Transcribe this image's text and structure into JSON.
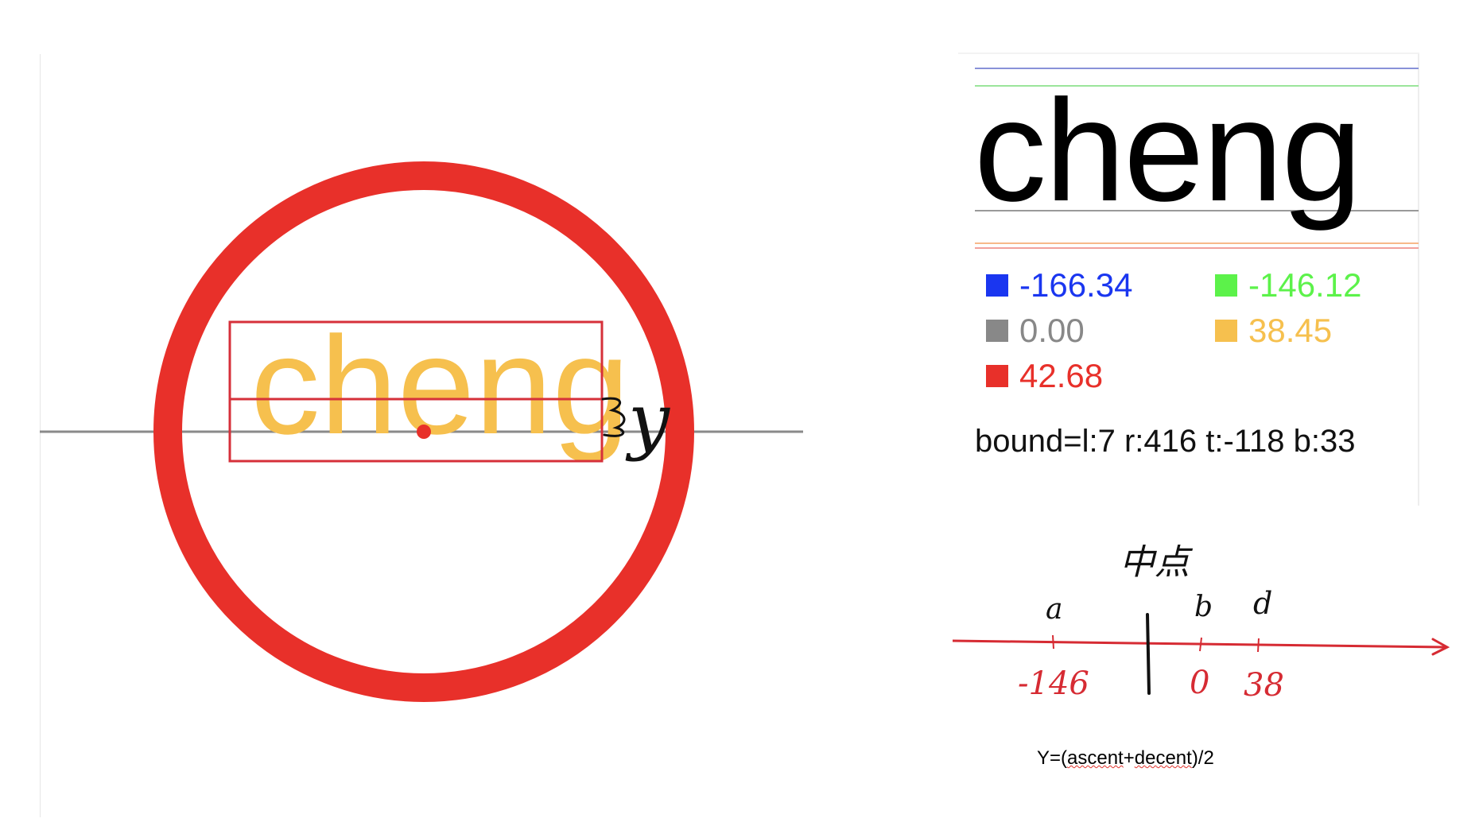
{
  "left_figure": {
    "word": "cheng",
    "y_label": "y",
    "colors": {
      "circle": "#e8302a",
      "text": "#f6c04e",
      "baseline": "#888888",
      "box": "#d6303a"
    }
  },
  "metrics_panel": {
    "word": "cheng",
    "legend": [
      {
        "value": "-166.34",
        "color": "#1a36f0"
      },
      {
        "value": "-146.12",
        "color": "#5cf24a"
      },
      {
        "value": "0.00",
        "color": "#888888"
      },
      {
        "value": "38.45",
        "color": "#f6c04e"
      },
      {
        "value": "42.68",
        "color": "#e8302a"
      }
    ],
    "bound": "bound=l:7 r:416 t:-118 b:33"
  },
  "number_line": {
    "title": "中点",
    "letters": [
      "a",
      "b",
      "d"
    ],
    "ticks": [
      "-146",
      "0",
      "38"
    ],
    "color": "#d62b33"
  },
  "formula": {
    "prefix": "Y=(",
    "word1": "ascent",
    "plus": "+",
    "word2": "decent",
    "suffix": ")/2"
  }
}
